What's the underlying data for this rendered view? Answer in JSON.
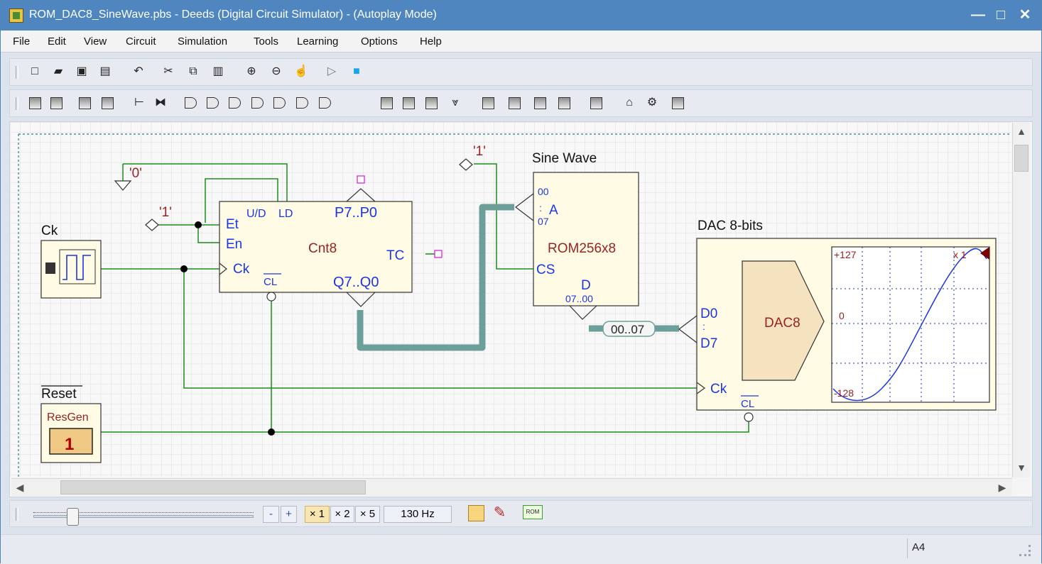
{
  "window": {
    "title": "ROM_DAC8_SineWave.pbs - Deeds (Digital Circuit Simulator) - (Autoplay Mode)",
    "controls": {
      "minimize": "—",
      "maximize": "□",
      "close": "✕"
    }
  },
  "menu": {
    "items": [
      "File",
      "Edit",
      "View",
      "Circuit",
      "Simulation",
      "Tools",
      "Learning",
      "Options",
      "Help"
    ]
  },
  "circuit": {
    "labels": {
      "zero": "'0'",
      "one_left": "'1'",
      "one_top": "'1'",
      "clock_title": "Ck",
      "reset_title": "Reset",
      "resgen": "ResGen",
      "reset_value": "1"
    },
    "counter": {
      "ud": "U/D",
      "ld": "LD",
      "et": "Et",
      "en": "En",
      "ck": "Ck",
      "name": "Cnt8",
      "tc": "TC",
      "cl": "CL",
      "p_bus": "P7..P0",
      "q_bus": "Q7..Q0"
    },
    "rom": {
      "title": "Sine Wave",
      "a0": "00",
      "a_colon": ":",
      "a_label": "A",
      "a7": "07",
      "name": "ROM256x8",
      "cs": "CS",
      "d_label": "D",
      "d_range": "07..00"
    },
    "bus_label": "00..07",
    "dac": {
      "title": "DAC 8-bits",
      "d0": "D0",
      "d_colon": ":",
      "d7": "D7",
      "ck": "Ck",
      "cl": "CL",
      "name": "DAC8",
      "scope_max": "+127",
      "scope_zero": "0",
      "scope_min": "-128",
      "scope_scale": "x 1"
    }
  },
  "statusbar": {
    "minus": "-",
    "plus": "+",
    "speed_x1": "× 1",
    "speed_x2": "× 2",
    "speed_x5": "× 5",
    "frequency": "130 Hz",
    "page_size": "A4",
    "rom_icon": "ROM",
    "slider_value": 0.23
  },
  "icons": {
    "titlebar": "app-circuit-icon",
    "toolbar1": [
      "new-icon",
      "open-icon",
      "save-icon",
      "print-icon",
      "undo-icon",
      "cut-icon",
      "copy-icon",
      "paste-icon",
      "zoom-in-icon",
      "zoom-out-icon",
      "hand-icon",
      "buffer-icon",
      "stop-icon"
    ],
    "toolbar2": [
      "chip-icon",
      "chip-icon",
      "chip-icon",
      "chip-icon",
      "split-icon",
      "flip-icon",
      "buffer-icon",
      "and-gate-icon",
      "nand-gate-icon",
      "or-gate-icon",
      "nor-gate-icon",
      "xor-gate-icon",
      "xnor-gate-icon",
      "register-icon",
      "decoder-icon",
      "mux-icon",
      "memory-icon",
      "counter-icon",
      "bus-icon",
      "rom-icon",
      "dac-icon",
      "display-icon",
      "terminal-icon",
      "chip-icon"
    ]
  },
  "colors": {
    "title_bar": "#4f86bf",
    "wire": "#1c8c1c",
    "bus": "#6d9f9a",
    "component_fill": "#fffbe4",
    "text_blue": "#1b36e8",
    "text_red": "#9a2222",
    "scope_trace": "#1c38e8"
  }
}
